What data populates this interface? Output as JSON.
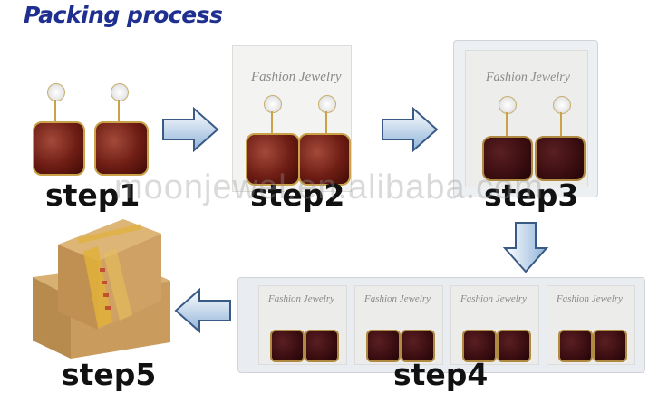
{
  "title": "Packing process",
  "watermark": "moonjewel.en.alibaba.com",
  "card_text": "Fashion Jewelry",
  "steps": [
    {
      "label": "step1"
    },
    {
      "label": "step2"
    },
    {
      "label": "step3"
    },
    {
      "label": "step4"
    },
    {
      "label": "step5"
    }
  ],
  "colors": {
    "title": "#1f2f8f",
    "arrow_fill_light": "#e6f1fb",
    "arrow_fill_dark": "#8fb3d9",
    "arrow_stroke": "#3a5a86",
    "gem": "#6e1d14",
    "box": "#c79a57",
    "tape": "#e1b23a"
  },
  "icons": [
    "right-arrow-icon",
    "down-arrow-icon",
    "left-arrow-icon"
  ]
}
